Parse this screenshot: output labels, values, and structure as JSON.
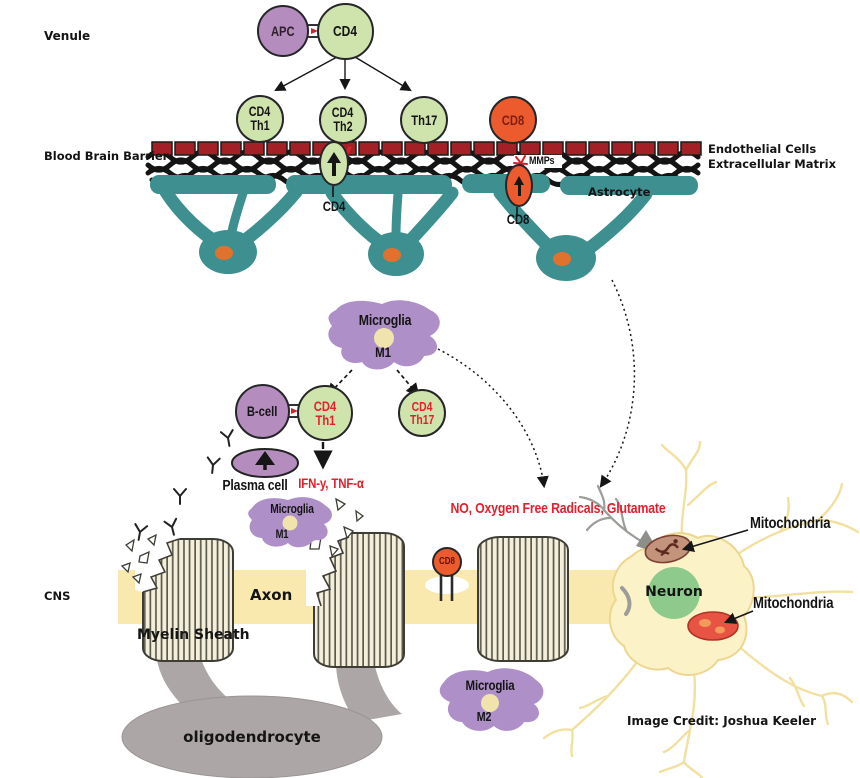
{
  "colors": {
    "lymphocyte_green": "#CFE3AC",
    "apc_bcell_purple": "#B58CBE",
    "microglia_purple": "#AE8FC7",
    "cd8_orange": "#EC5B2D",
    "endothelial_red": "#A32126",
    "astrocyte_teal": "#3E8F8F",
    "astrocyte_nucleus_orange": "#E0722E",
    "axon_yellow": "#FAE9AF",
    "myelin_cream": "#F4EFDB",
    "oligodendrocyte_gray": "#ACA6A6",
    "neuron_yellow": "#FBF2C8",
    "neuron_nucleus_green": "#8FCA8D",
    "mitochondria_healthy": "#C4937B",
    "mitochondria_damaged": "#E85443",
    "red_text": "#E4202C"
  },
  "regions": {
    "venule": "Venule",
    "blood_brain_barrier": "Blood Brain Barrier",
    "cns": "CNS"
  },
  "barrier": {
    "endothelial_cells": "Endothelial Cells",
    "extracellular_matrix": "Extracellular Matrix",
    "mmps": "MMPs"
  },
  "cells": {
    "apc": "APC",
    "cd4": "CD4",
    "th1": "Th1",
    "th2": "Th2",
    "th17": "Th17",
    "cd8": "CD8",
    "bcell": "B-cell",
    "plasma_cell": "Plasma cell",
    "astrocyte": "Astrocyte",
    "microglia": "Microglia",
    "m1": "M1",
    "m2": "M2",
    "neuron": "Neuron",
    "oligodendrocyte": "oligodendrocyte"
  },
  "structures": {
    "axon": "Axon",
    "myelin_sheath": "Myelin Sheath",
    "mitochondria": "Mitochondria"
  },
  "molecules": {
    "ifn_tnf": "IFN-y, TNF-α",
    "no_radicals": "NO, Oxygen Free Radicals, Glutamate"
  },
  "credit": "Image Credit: Joshua Keeler"
}
